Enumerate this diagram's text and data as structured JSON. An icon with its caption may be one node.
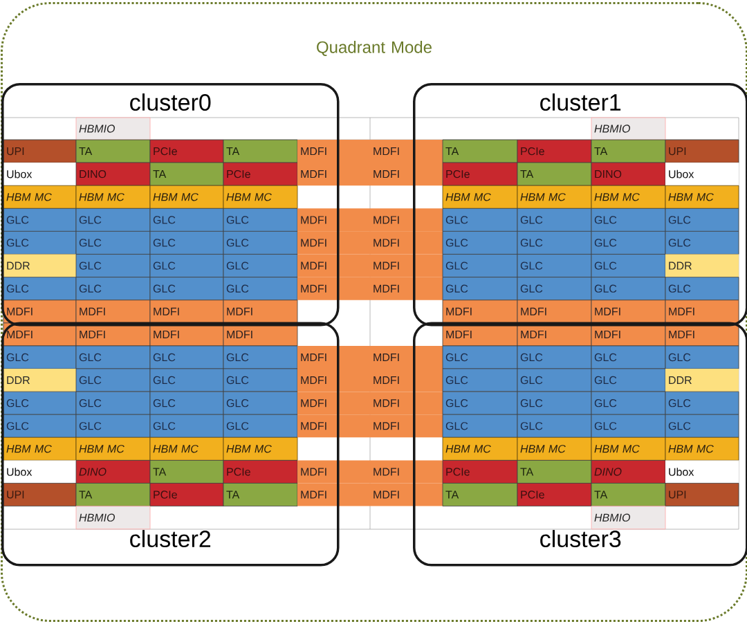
{
  "diagram": {
    "nodes": [
      {
        "text": [
          "Quadrant Mode"
        ]
      },
      {
        "text": [
          "cluster0"
        ],
        "in": 0
      },
      {
        "text": [
          "cluster1"
        ],
        "in": 0
      },
      {
        "text": [
          "cluster2"
        ],
        "in": 0
      },
      {
        "text": [
          "cluster3"
        ],
        "in": 0
      },
      {
        "text": [
          "HBMIO"
        ],
        "in": 1
      },
      {
        "text": [
          "HBMIO"
        ],
        "in": 2
      },
      {
        "text": [
          "UPI"
        ],
        "in": 1
      },
      {
        "text": [
          "TA"
        ],
        "in": 1
      },
      {
        "text": [
          "PCIe"
        ],
        "in": 1
      },
      {
        "text": [
          "TA"
        ],
        "in": 1
      },
      {
        "text": [
          "MDFI"
        ],
        "in": 0
      },
      {
        "text": [
          "MDFI"
        ],
        "in": 0
      },
      {
        "text": [
          "TA"
        ],
        "in": 2
      },
      {
        "text": [
          "PCIe"
        ],
        "in": 2
      },
      {
        "text": [
          "TA"
        ],
        "in": 2
      },
      {
        "text": [
          "UPI"
        ],
        "in": 2
      },
      {
        "text": [
          "Ubox"
        ],
        "in": 1
      },
      {
        "text": [
          "DINO"
        ],
        "in": 1
      },
      {
        "text": [
          "TA"
        ],
        "in": 1
      },
      {
        "text": [
          "PCIe"
        ],
        "in": 1
      },
      {
        "text": [
          "MDFI"
        ],
        "in": 0
      },
      {
        "text": [
          "MDFI"
        ],
        "in": 0
      },
      {
        "text": [
          "PCIe"
        ],
        "in": 2
      },
      {
        "text": [
          "TA"
        ],
        "in": 2
      },
      {
        "text": [
          "DINO"
        ],
        "in": 2
      },
      {
        "text": [
          "Ubox"
        ],
        "in": 2
      },
      {
        "text": [
          "HBM MC"
        ],
        "in": 1
      },
      {
        "text": [
          "HBM MC"
        ],
        "in": 1
      },
      {
        "text": [
          "HBM MC"
        ],
        "in": 1
      },
      {
        "text": [
          "HBM MC"
        ],
        "in": 1
      },
      {
        "text": [
          "HBM MC"
        ],
        "in": 2
      },
      {
        "text": [
          "HBM MC"
        ],
        "in": 2
      },
      {
        "text": [
          "HBM MC"
        ],
        "in": 2
      },
      {
        "text": [
          "HBM MC"
        ],
        "in": 2
      },
      {
        "text": [
          "GLC"
        ],
        "in": 1
      },
      {
        "text": [
          "GLC"
        ],
        "in": 1
      },
      {
        "text": [
          "GLC"
        ],
        "in": 1
      },
      {
        "text": [
          "GLC"
        ],
        "in": 1
      },
      {
        "text": [
          "MDFI"
        ],
        "in": 0
      },
      {
        "text": [
          "MDFI"
        ],
        "in": 0
      },
      {
        "text": [
          "GLC"
        ],
        "in": 2
      },
      {
        "text": [
          "GLC"
        ],
        "in": 2
      },
      {
        "text": [
          "GLC"
        ],
        "in": 2
      },
      {
        "text": [
          "GLC"
        ],
        "in": 2
      },
      {
        "text": [
          "GLC"
        ],
        "in": 1
      },
      {
        "text": [
          "GLC"
        ],
        "in": 1
      },
      {
        "text": [
          "GLC"
        ],
        "in": 1
      },
      {
        "text": [
          "GLC"
        ],
        "in": 1
      },
      {
        "text": [
          "MDFI"
        ],
        "in": 0
      },
      {
        "text": [
          "MDFI"
        ],
        "in": 0
      },
      {
        "text": [
          "GLC"
        ],
        "in": 2
      },
      {
        "text": [
          "GLC"
        ],
        "in": 2
      },
      {
        "text": [
          "GLC"
        ],
        "in": 2
      },
      {
        "text": [
          "GLC"
        ],
        "in": 2
      },
      {
        "text": [
          "DDR"
        ],
        "in": 1
      },
      {
        "text": [
          "GLC"
        ],
        "in": 1
      },
      {
        "text": [
          "GLC"
        ],
        "in": 1
      },
      {
        "text": [
          "GLC"
        ],
        "in": 1
      },
      {
        "text": [
          "MDFI"
        ],
        "in": 0
      },
      {
        "text": [
          "MDFI"
        ],
        "in": 0
      },
      {
        "text": [
          "GLC"
        ],
        "in": 2
      },
      {
        "text": [
          "GLC"
        ],
        "in": 2
      },
      {
        "text": [
          "GLC"
        ],
        "in": 2
      },
      {
        "text": [
          "DDR"
        ],
        "in": 2
      },
      {
        "text": [
          "GLC"
        ],
        "in": 1
      },
      {
        "text": [
          "GLC"
        ],
        "in": 1
      },
      {
        "text": [
          "GLC"
        ],
        "in": 1
      },
      {
        "text": [
          "GLC"
        ],
        "in": 1
      },
      {
        "text": [
          "MDFI"
        ],
        "in": 0
      },
      {
        "text": [
          "MDFI"
        ],
        "in": 0
      },
      {
        "text": [
          "GLC"
        ],
        "in": 2
      },
      {
        "text": [
          "GLC"
        ],
        "in": 2
      },
      {
        "text": [
          "GLC"
        ],
        "in": 2
      },
      {
        "text": [
          "GLC"
        ],
        "in": 2
      },
      {
        "text": [
          "MDFI"
        ],
        "in": 1
      },
      {
        "text": [
          "MDFI"
        ],
        "in": 1
      },
      {
        "text": [
          "MDFI"
        ],
        "in": 1
      },
      {
        "text": [
          "MDFI"
        ],
        "in": 1
      },
      {
        "text": [
          "MDFI"
        ],
        "in": 2
      },
      {
        "text": [
          "MDFI"
        ],
        "in": 2
      },
      {
        "text": [
          "MDFI"
        ],
        "in": 2
      },
      {
        "text": [
          "MDFI"
        ],
        "in": 2
      },
      {
        "text": [
          "MDFI"
        ],
        "in": 3
      },
      {
        "text": [
          "MDFI"
        ],
        "in": 3
      },
      {
        "text": [
          "MDFI"
        ],
        "in": 3
      },
      {
        "text": [
          "MDFI"
        ],
        "in": 3
      },
      {
        "text": [
          "MDFI"
        ],
        "in": 4
      },
      {
        "text": [
          "MDFI"
        ],
        "in": 4
      },
      {
        "text": [
          "MDFI"
        ],
        "in": 4
      },
      {
        "text": [
          "MDFI"
        ],
        "in": 4
      },
      {
        "text": [
          "GLC"
        ],
        "in": 3
      },
      {
        "text": [
          "GLC"
        ],
        "in": 3
      },
      {
        "text": [
          "GLC"
        ],
        "in": 3
      },
      {
        "text": [
          "GLC"
        ],
        "in": 3
      },
      {
        "text": [
          "MDFI"
        ],
        "in": 0
      },
      {
        "text": [
          "MDFI"
        ],
        "in": 0
      },
      {
        "text": [
          "GLC"
        ],
        "in": 4
      },
      {
        "text": [
          "GLC"
        ],
        "in": 4
      },
      {
        "text": [
          "GLC"
        ],
        "in": 4
      },
      {
        "text": [
          "GLC"
        ],
        "in": 4
      },
      {
        "text": [
          "DDR"
        ],
        "in": 3
      },
      {
        "text": [
          "GLC"
        ],
        "in": 3
      },
      {
        "text": [
          "GLC"
        ],
        "in": 3
      },
      {
        "text": [
          "GLC"
        ],
        "in": 3
      },
      {
        "text": [
          "MDFI"
        ],
        "in": 0
      },
      {
        "text": [
          "MDFI"
        ],
        "in": 0
      },
      {
        "text": [
          "GLC"
        ],
        "in": 4
      },
      {
        "text": [
          "GLC"
        ],
        "in": 4
      },
      {
        "text": [
          "GLC"
        ],
        "in": 4
      },
      {
        "text": [
          "DDR"
        ],
        "in": 4
      },
      {
        "text": [
          "GLC"
        ],
        "in": 3
      },
      {
        "text": [
          "GLC"
        ],
        "in": 3
      },
      {
        "text": [
          "GLC"
        ],
        "in": 3
      },
      {
        "text": [
          "GLC"
        ],
        "in": 3
      },
      {
        "text": [
          "MDFI"
        ],
        "in": 0
      },
      {
        "text": [
          "MDFI"
        ],
        "in": 0
      },
      {
        "text": [
          "GLC"
        ],
        "in": 4
      },
      {
        "text": [
          "GLC"
        ],
        "in": 4
      },
      {
        "text": [
          "GLC"
        ],
        "in": 4
      },
      {
        "text": [
          "GLC"
        ],
        "in": 4
      },
      {
        "text": [
          "GLC"
        ],
        "in": 3
      },
      {
        "text": [
          "GLC"
        ],
        "in": 3
      },
      {
        "text": [
          "GLC"
        ],
        "in": 3
      },
      {
        "text": [
          "GLC"
        ],
        "in": 3
      },
      {
        "text": [
          "MDFI"
        ],
        "in": 0
      },
      {
        "text": [
          "MDFI"
        ],
        "in": 0
      },
      {
        "text": [
          "GLC"
        ],
        "in": 4
      },
      {
        "text": [
          "GLC"
        ],
        "in": 4
      },
      {
        "text": [
          "GLC"
        ],
        "in": 4
      },
      {
        "text": [
          "GLC"
        ],
        "in": 4
      },
      {
        "text": [
          "HBM MC"
        ],
        "in": 3
      },
      {
        "text": [
          "HBM MC"
        ],
        "in": 3
      },
      {
        "text": [
          "HBM MC"
        ],
        "in": 3
      },
      {
        "text": [
          "HBM MC"
        ],
        "in": 3
      },
      {
        "text": [
          "HBM MC"
        ],
        "in": 4
      },
      {
        "text": [
          "HBM MC"
        ],
        "in": 4
      },
      {
        "text": [
          "HBM MC"
        ],
        "in": 4
      },
      {
        "text": [
          "HBM MC"
        ],
        "in": 4
      },
      {
        "text": [
          "Ubox"
        ],
        "in": 3
      },
      {
        "text": [
          "DINO"
        ],
        "in": 3
      },
      {
        "text": [
          "TA"
        ],
        "in": 3
      },
      {
        "text": [
          "PCIe"
        ],
        "in": 3
      },
      {
        "text": [
          "MDFI"
        ],
        "in": 0
      },
      {
        "text": [
          "MDFI"
        ],
        "in": 0
      },
      {
        "text": [
          "PCIe"
        ],
        "in": 4
      },
      {
        "text": [
          "TA"
        ],
        "in": 4
      },
      {
        "text": [
          "DINO"
        ],
        "in": 4
      },
      {
        "text": [
          "Ubox"
        ],
        "in": 4
      },
      {
        "text": [
          "UPI"
        ],
        "in": 3
      },
      {
        "text": [
          "TA"
        ],
        "in": 3
      },
      {
        "text": [
          "PCIe"
        ],
        "in": 3
      },
      {
        "text": [
          "TA"
        ],
        "in": 3
      },
      {
        "text": [
          "MDFI"
        ],
        "in": 0
      },
      {
        "text": [
          "MDFI"
        ],
        "in": 0
      },
      {
        "text": [
          "TA"
        ],
        "in": 4
      },
      {
        "text": [
          "PCIe"
        ],
        "in": 4
      },
      {
        "text": [
          "TA"
        ],
        "in": 4
      },
      {
        "text": [
          "UPI"
        ],
        "in": 4
      },
      {
        "text": [
          "HBMIO"
        ],
        "in": 3
      },
      {
        "text": [
          "HBMIO"
        ],
        "in": 4
      }
    ]
  }
}
